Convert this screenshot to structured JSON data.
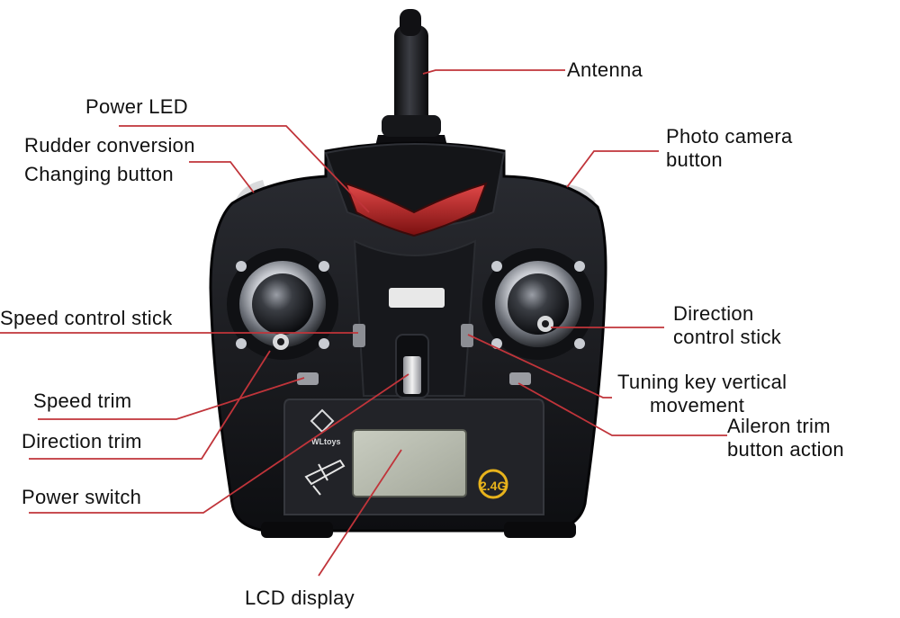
{
  "diagram": {
    "colors": {
      "leader": "#c0343a",
      "body": "#1b1c20",
      "body_edge": "#050507",
      "led": "#c62828",
      "lcd": "#b9bdb0",
      "badge": "#e8b31c"
    },
    "icons": [
      "antenna-icon",
      "gimbal-icon",
      "airplane-icon",
      "brand-logo-icon",
      "frequency-badge-icon"
    ],
    "labels": {
      "antenna": "Antenna",
      "power_led": "Power LED",
      "rudder_1": "Rudder conversion",
      "rudder_2": "Changing button",
      "photo_1": "Photo camera",
      "photo_2": "button",
      "speed_stick": "Speed control stick",
      "direction_stick_1": "Direction",
      "direction_stick_2": "control stick",
      "tuning_1": "Tuning key vertical",
      "tuning_2": "movement",
      "speed_trim": "Speed trim",
      "aileron_1": "Aileron trim",
      "aileron_2": "button action",
      "direction_trim": "Direction trim",
      "power_switch": "Power switch",
      "lcd": "LCD display"
    },
    "brand_text": "WLtoys",
    "badge_text": "2.4G"
  }
}
